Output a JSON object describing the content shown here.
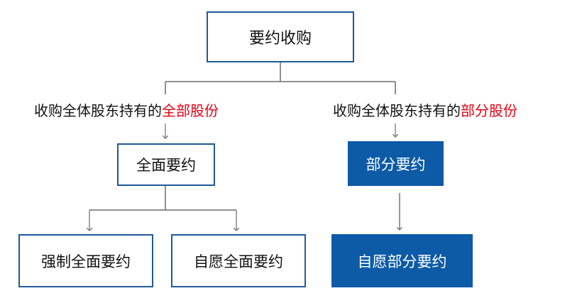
{
  "diagram": {
    "root": {
      "label": "要约收购"
    },
    "left_branch": {
      "condition_prefix": "收购全体股东持有的",
      "condition_highlight": "全部股份",
      "node": {
        "label": "全面要约"
      },
      "children": [
        {
          "label": "强制全面要约"
        },
        {
          "label": "自愿全面要约"
        }
      ]
    },
    "right_branch": {
      "condition_prefix": "收购全体股东持有的",
      "condition_highlight": "部分股份",
      "node": {
        "label": "部分要约"
      },
      "children": [
        {
          "label": "自愿部分要约"
        }
      ]
    },
    "colors": {
      "outline_border": "#1f5a96",
      "filled_box": "#0d5aa7",
      "highlight_text": "#e60012",
      "connector": "#6b6b6b"
    }
  }
}
